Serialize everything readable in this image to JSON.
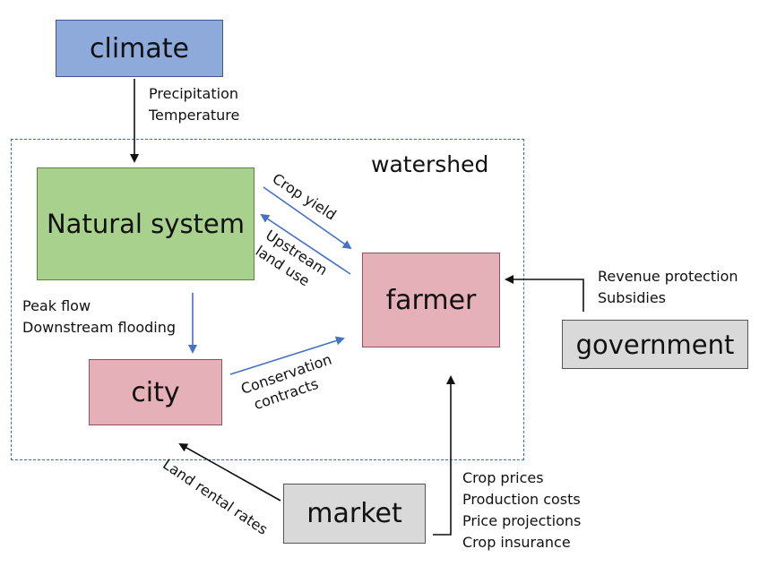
{
  "nodes": {
    "climate": "climate",
    "natural_system": "Natural system",
    "farmer": "farmer",
    "city": "city",
    "government": "government",
    "market": "market"
  },
  "region": {
    "watershed": "watershed"
  },
  "edges": {
    "climate_to_natural": [
      "Precipitation",
      "Temperature"
    ],
    "natural_to_farmer": "Crop yield",
    "farmer_to_natural": [
      "Upstream",
      "land use"
    ],
    "natural_to_city": [
      "Peak flow",
      "Downstream flooding"
    ],
    "city_to_farmer": [
      "Conservation",
      "contracts"
    ],
    "government_to_farmer": [
      "Revenue protection",
      "Subsidies"
    ],
    "market_to_farmer": [
      "Crop prices",
      "Production costs",
      "Price projections",
      "Crop insurance"
    ],
    "market_to_city": "Land rental rates"
  },
  "colors": {
    "climate_fill": "#8eaadb",
    "natural_fill": "#a9d18e",
    "pink_fill": "#e6b0b8",
    "gray_fill": "#d9d9d9",
    "watershed_border": "#2e75b6",
    "blue_arrow": "#4472c4",
    "black_arrow": "#111111"
  }
}
